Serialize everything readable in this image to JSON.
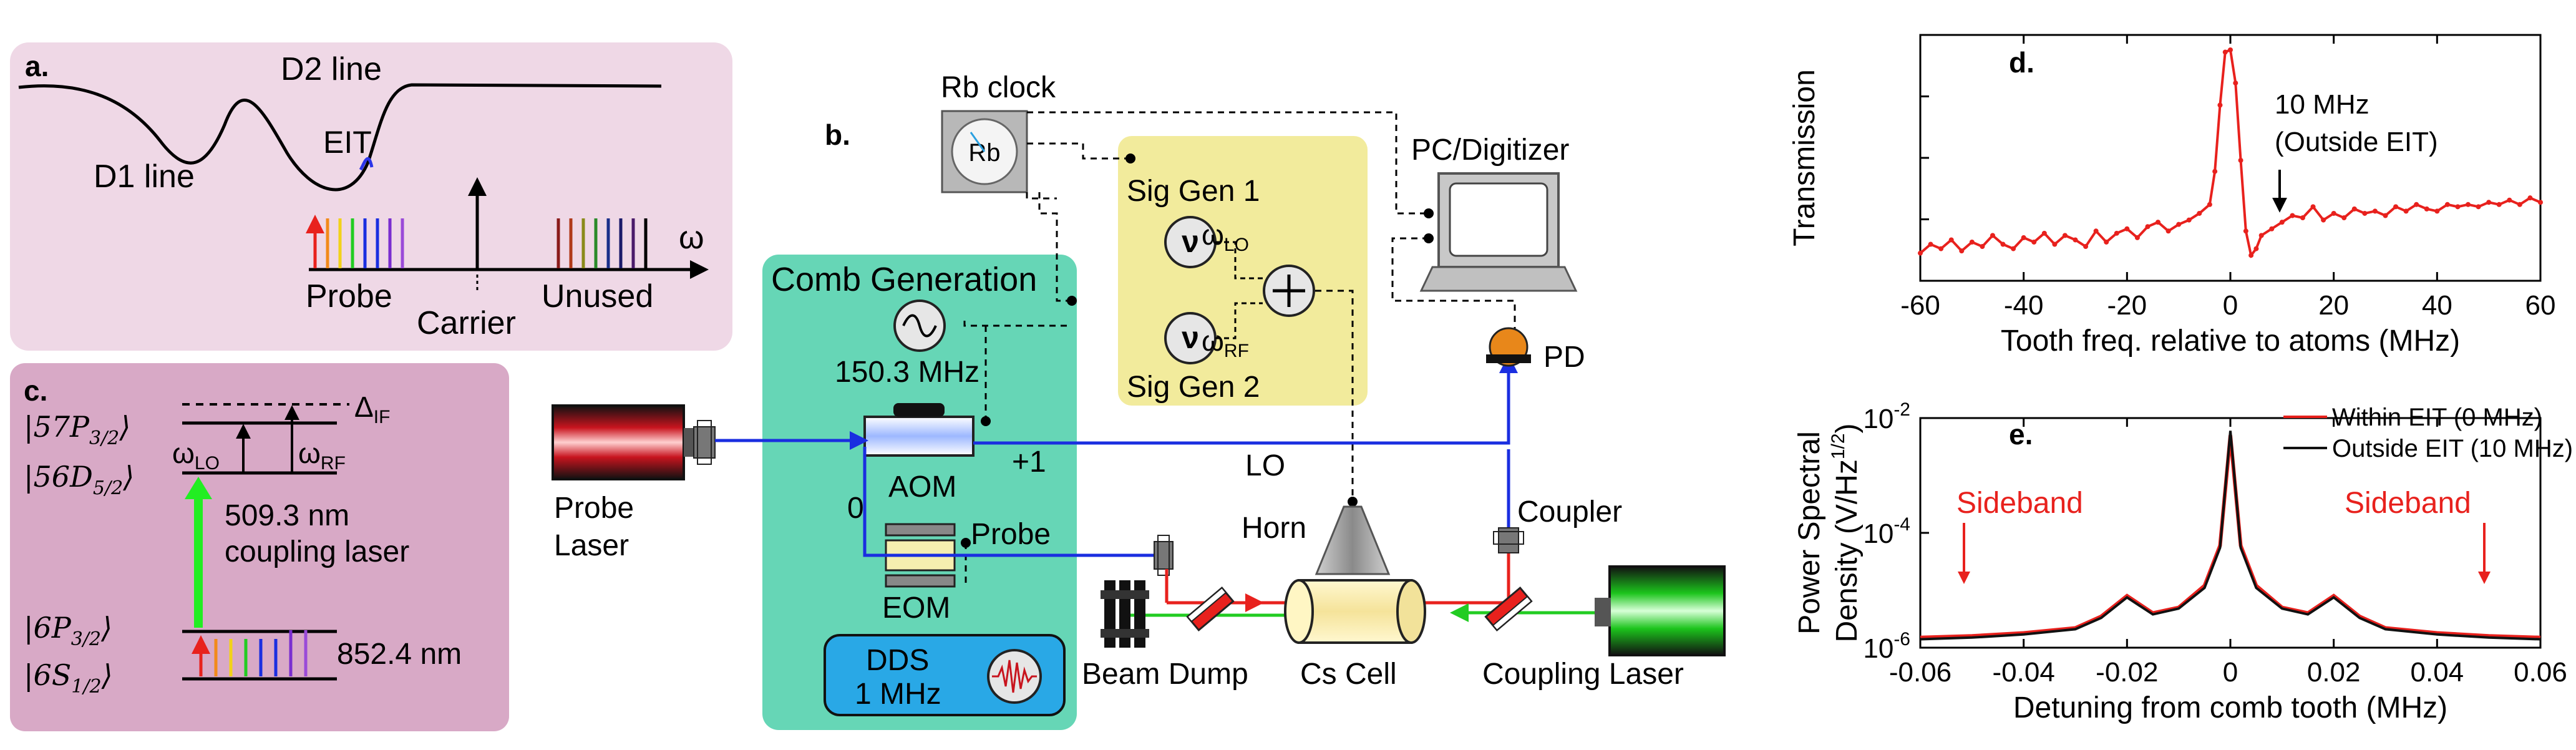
{
  "panel_a": {
    "letter": "a.",
    "d2_line": "D2 line",
    "d1_line": "D1 line",
    "eit": "EIT",
    "omega": "ω",
    "probe": "Probe",
    "carrier": "Carrier",
    "unused": "Unused"
  },
  "panel_b": {
    "letter": "b.",
    "rb_clock": "Rb clock",
    "rb": "Rb",
    "pc_digitizer": "PC/Digitizer",
    "sig_gen_1": "Sig Gen 1",
    "sig_gen_2": "Sig Gen 2",
    "nu": "ν",
    "omega_lo_main": "ω",
    "omega_lo_sub": "LO",
    "omega_rf_main": "ω",
    "omega_rf_sub": "RF",
    "comb_generation": "Comb Generation",
    "freq_1503": "150.3 MHz",
    "aom": "AOM",
    "eom": "EOM",
    "plus_one": "+1",
    "zero": "0",
    "probe": "Probe",
    "lo": "LO",
    "dds_line1": "DDS",
    "dds_line2": "1 MHz",
    "probe_laser_1": "Probe",
    "probe_laser_2": "Laser",
    "horn": "Horn",
    "pd": "PD",
    "coupler": "Coupler",
    "beam_dump": "Beam Dump",
    "cs_cell": "Cs Cell",
    "coupling_laser": "Coupling Laser"
  },
  "panel_c": {
    "letter": "c.",
    "level_57p": "|57P",
    "level_57p_sub": "3/2",
    "level_56d": "|56D",
    "level_56d_sub": "5/2",
    "level_6p": "|6P",
    "level_6p_sub": "3/2",
    "level_6s": "|6S",
    "level_6s_sub": "1/2",
    "ket": "⟩",
    "delta": "Δ",
    "delta_sub": "IF",
    "omega_lo_main": "ω",
    "omega_lo_sub": "LO",
    "omega_rf_main": "ω",
    "omega_rf_sub": "RF",
    "coupling_1": "509.3 nm",
    "coupling_2": "coupling laser",
    "probe_wl": "852.4 nm"
  },
  "panel_d": {
    "letter": "d.",
    "annotation_1": "10 MHz",
    "annotation_2": "(Outside EIT)"
  },
  "panel_e": {
    "letter": "e.",
    "sideband_left": "Sideband",
    "sideband_right": "Sideband"
  },
  "chart_data": [
    {
      "type": "line",
      "panel": "d",
      "title": "",
      "xlabel": "Tooth freq. relative to atoms (MHz)",
      "ylabel": "Transmission",
      "xlim": [
        -60,
        60
      ],
      "ylim": [
        0,
        1
      ],
      "xticks": [
        -60,
        -40,
        -20,
        0,
        20,
        40,
        60
      ],
      "xtick_labels": [
        "-60",
        "-40",
        "-20",
        "0",
        "20",
        "40",
        "60"
      ],
      "ytick_labels": [],
      "grid": false,
      "series": [
        {
          "color": "#e8211d",
          "markers": true,
          "x": [
            -60,
            -58,
            -56,
            -54,
            -52,
            -50,
            -48,
            -46,
            -44,
            -42,
            -40,
            -38,
            -36,
            -34,
            -32,
            -30,
            -28,
            -26,
            -24,
            -22,
            -20,
            -18,
            -16,
            -14,
            -12,
            -10,
            -8,
            -6,
            -4,
            -3,
            -2,
            -1,
            0,
            1,
            2,
            3,
            4,
            5,
            6,
            8,
            10,
            12,
            14,
            16,
            18,
            20,
            22,
            24,
            26,
            28,
            30,
            32,
            34,
            36,
            38,
            40,
            42,
            44,
            46,
            48,
            50,
            52,
            54,
            56,
            58,
            60
          ],
          "y": [
            0.08,
            0.12,
            0.1,
            0.14,
            0.09,
            0.13,
            0.11,
            0.16,
            0.12,
            0.1,
            0.15,
            0.13,
            0.17,
            0.12,
            0.16,
            0.14,
            0.11,
            0.18,
            0.13,
            0.17,
            0.19,
            0.15,
            0.2,
            0.22,
            0.18,
            0.21,
            0.23,
            0.26,
            0.3,
            0.45,
            0.75,
            0.99,
            1.0,
            0.85,
            0.5,
            0.18,
            0.07,
            0.1,
            0.16,
            0.19,
            0.22,
            0.25,
            0.24,
            0.29,
            0.23,
            0.26,
            0.24,
            0.28,
            0.26,
            0.27,
            0.25,
            0.29,
            0.27,
            0.3,
            0.28,
            0.27,
            0.3,
            0.29,
            0.3,
            0.29,
            0.31,
            0.3,
            0.32,
            0.3,
            0.33,
            0.31
          ]
        }
      ]
    },
    {
      "type": "line",
      "panel": "e",
      "title": "",
      "xlabel": "Detuning from comb tooth (MHz)",
      "ylabel_line1": "Power Spectral",
      "ylabel_line2": "Density (V/Hz",
      "ylabel_sup": "1/2",
      "ylabel_end": ")",
      "yscale": "log",
      "xlim": [
        -0.06,
        0.06
      ],
      "ylim": [
        1e-06,
        0.01
      ],
      "xticks": [
        -0.06,
        -0.04,
        -0.02,
        0,
        0.02,
        0.04,
        0.06
      ],
      "xtick_labels": [
        "-0.06",
        "-0.04",
        "-0.02",
        "0",
        "0.02",
        "0.04",
        "0.06"
      ],
      "yticks": [
        1e-06,
        0.0001,
        0.01
      ],
      "ytick_labels": [
        {
          "base": "10",
          "exp": "-6"
        },
        {
          "base": "10",
          "exp": "-4"
        },
        {
          "base": "10",
          "exp": "-2"
        }
      ],
      "grid": false,
      "legend_position": "top-right",
      "series": [
        {
          "name": "Within EIT (0 MHz)",
          "color": "#e8211d",
          "x": [
            -0.06,
            -0.05,
            -0.04,
            -0.03,
            -0.025,
            -0.02,
            -0.015,
            -0.01,
            -0.005,
            -0.002,
            0,
            0.002,
            0.005,
            0.01,
            0.015,
            0.02,
            0.025,
            0.03,
            0.04,
            0.05,
            0.06
          ],
          "y": [
            1.5e-06,
            1.6e-06,
            1.8e-06,
            2.2e-06,
            3.5e-06,
            8e-06,
            4e-06,
            5e-06,
            1.2e-05,
            6e-05,
            0.005,
            6e-05,
            1.2e-05,
            5e-06,
            4e-06,
            8e-06,
            3.5e-06,
            2.2e-06,
            1.8e-06,
            1.6e-06,
            1.5e-06
          ]
        },
        {
          "name": "Outside EIT (10 MHz)",
          "color": "#111111",
          "x": [
            -0.06,
            -0.05,
            -0.04,
            -0.03,
            -0.025,
            -0.02,
            -0.015,
            -0.01,
            -0.005,
            -0.002,
            0,
            0.002,
            0.005,
            0.01,
            0.015,
            0.02,
            0.025,
            0.03,
            0.04,
            0.05,
            0.06
          ],
          "y": [
            1.4e-06,
            1.5e-06,
            1.7e-06,
            2.1e-06,
            3.3e-06,
            7.5e-06,
            3.8e-06,
            4.8e-06,
            1.1e-05,
            5.5e-05,
            0.006,
            5.5e-05,
            1.1e-05,
            4.8e-06,
            3.8e-06,
            7.5e-06,
            3.3e-06,
            2.1e-06,
            1.7e-06,
            1.5e-06,
            1.4e-06
          ]
        }
      ]
    }
  ]
}
